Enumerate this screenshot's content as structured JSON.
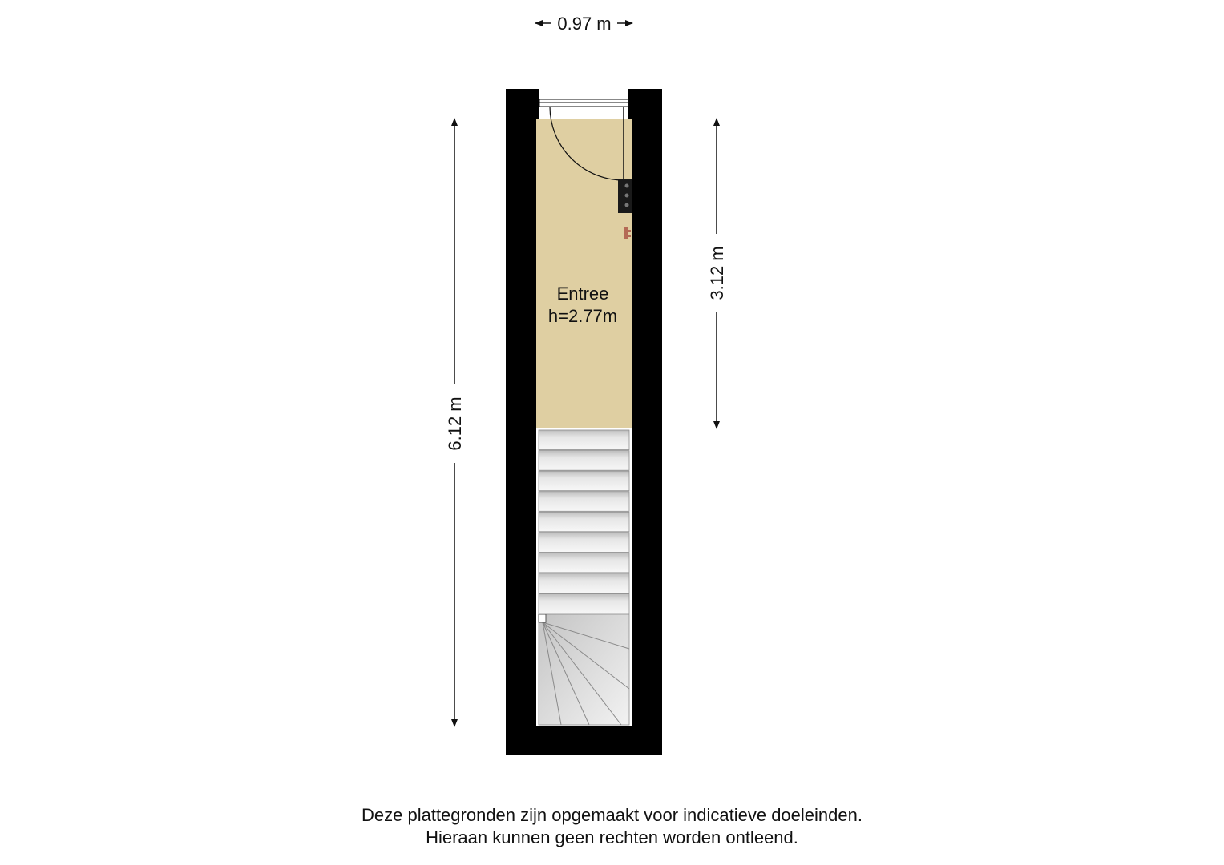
{
  "floorplan": {
    "dimensions": {
      "width_top": "0.97 m",
      "height_total": "6.12 m",
      "height_entree": "3.12 m"
    },
    "room": {
      "name": "Entree",
      "ceiling_height": "h=2.77m"
    },
    "stairs": {
      "straight_steps": 9,
      "winder_steps": 5
    },
    "colors": {
      "wall": "#000000",
      "room_fill": "#dfcfa2",
      "stair_fill": "#d8d8d8",
      "dimension_line": "#111111"
    }
  },
  "disclaimer": {
    "line1": "Deze plattegronden zijn opgemaakt voor indicatieve doeleinden.",
    "line2": "Hieraan kunnen geen rechten worden ontleend."
  }
}
